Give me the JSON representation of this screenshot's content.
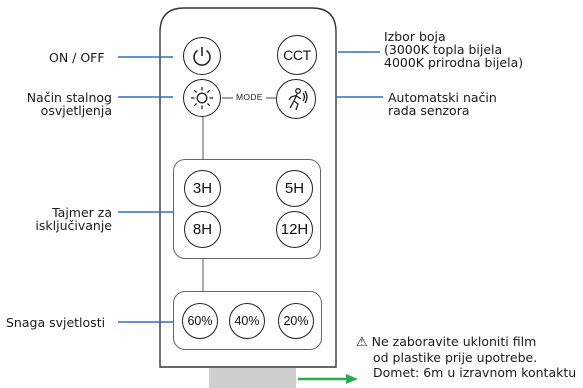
{
  "labels": {
    "on_off": "ON / OFF",
    "constant_light": [
      "Način stalnog",
      "osvjetljenja"
    ],
    "timer": [
      "Tajmer za",
      "isključivanje"
    ],
    "power": "Snaga svjetlosti",
    "color_choice": [
      "Izbor boja",
      "(3000K topla bijela",
      "4000K prirodna bijela)"
    ],
    "auto_mode": [
      "Automatski način",
      "rada senzora"
    ]
  },
  "remote": {
    "cct_label": "CCT",
    "mode_label": "MODE",
    "timers": [
      "3H",
      "5H",
      "8H",
      "12H"
    ],
    "powers": [
      "60%",
      "40%",
      "20%"
    ]
  },
  "note": {
    "warning_symbol": "⚠",
    "lines": [
      "Ne zaboravite ukloniti film",
      "od plastike prije upotrebe.",
      "Domet: 6m u izravnom kontaktu"
    ]
  },
  "colors": {
    "leader_line": "#2e6fbf",
    "arrow": "#2ea84e",
    "film_tab": "#cfcfcf"
  }
}
